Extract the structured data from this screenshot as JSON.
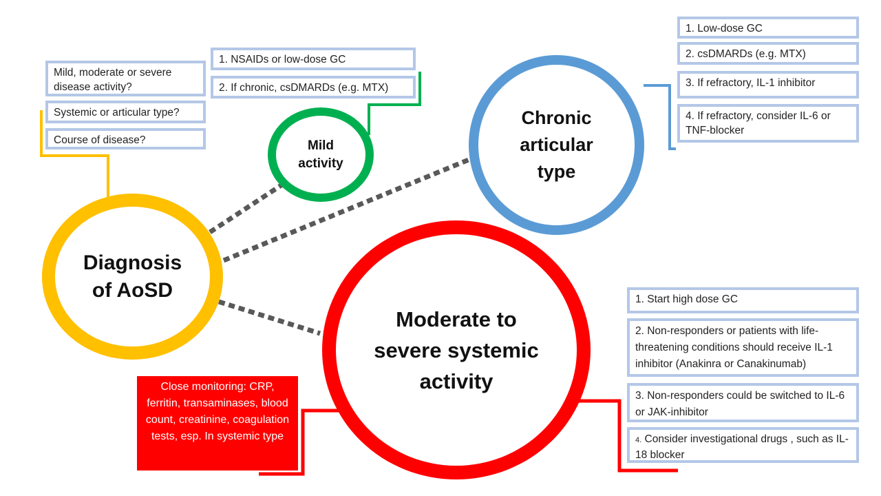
{
  "diagnosis": {
    "title": "Diagnosis of AoSD",
    "questions": [
      "Mild, moderate or severe disease activity?",
      "Systemic or articular type?",
      "Course of disease?"
    ]
  },
  "mild": {
    "title": "Mild activity",
    "steps": [
      "1.  NSAIDs or low-dose GC",
      "2. If chronic, csDMARDs (e.g. MTX)"
    ]
  },
  "chronic": {
    "title": "Chronic articular type",
    "steps": [
      "1. Low-dose GC",
      "2. csDMARDs (e.g. MTX)",
      "3. If refractory, IL-1 inhibitor",
      "4. If refractory, consider IL-6 or TNF-blocker"
    ]
  },
  "severe": {
    "title": "Moderate to severe systemic activity",
    "steps": [
      "1. Start high dose GC",
      "2. Non-responders or patients with life-threatening conditions should receive IL-1 inhibitor (Anakinra or Canakinumab)",
      "3. Non-responders could be switched to IL-6 or JAK-inhibitor",
      "Consider investigational drugs , such as IL-18 blocker"
    ],
    "step4_number": "4.",
    "monitoring": "Close monitoring: CRP, ferritin,  transaminases, blood count, creatinine, coagulation tests, esp. In systemic type"
  },
  "colors": {
    "diagnosis": "#ffc000",
    "mild": "#00b050",
    "chronic": "#5b9bd5",
    "severe": "#ff0000",
    "box_border": "#b4c7e7",
    "dotted": "#595959"
  }
}
